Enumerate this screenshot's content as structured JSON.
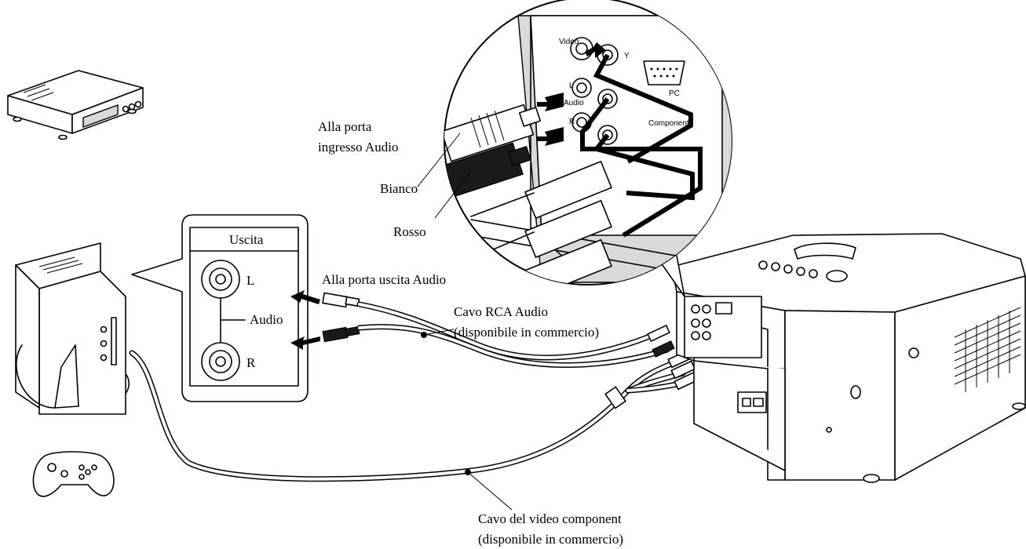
{
  "labels": {
    "output_box_title": "Uscita",
    "output_l": "L",
    "output_audio": "Audio",
    "output_r": "R",
    "audio_out_port": "Alla porta uscita Audio",
    "audio_in_port_line1": "Alla porta",
    "audio_in_port_line2": "ingresso Audio",
    "white": "Bianco",
    "red": "Rosso",
    "rca_cable_line1": "Cavo RCA Audio",
    "rca_cable_line2": "(disponibile in commercio)",
    "component_cable_line1": "Cavo del video component",
    "component_cable_line2": "(disponibile in commercio)"
  },
  "panel_labels": {
    "video": "Video",
    "y": "Y",
    "l": "L",
    "audio": "Audio",
    "r": "R",
    "pc": "PC",
    "component": "Component"
  }
}
